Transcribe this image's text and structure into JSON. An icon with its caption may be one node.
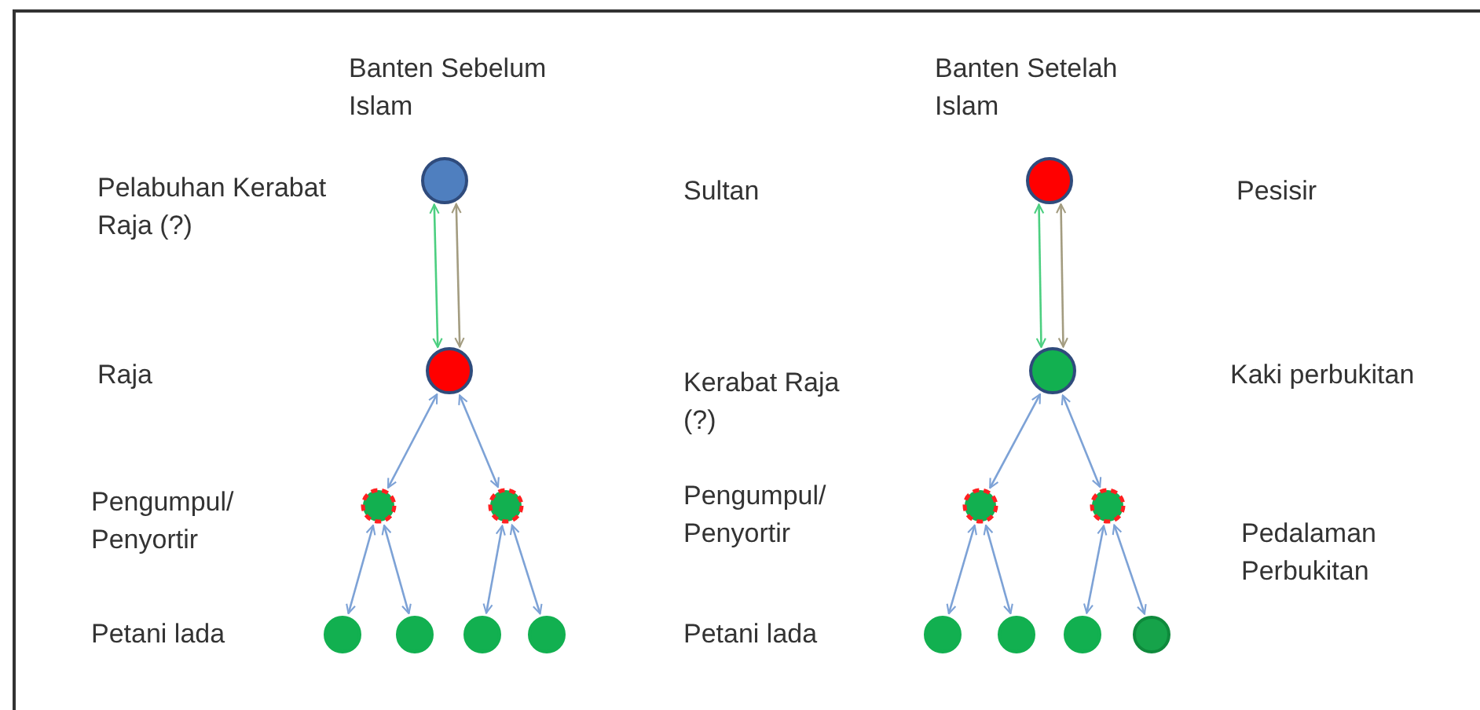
{
  "diagram": {
    "nodes": [
      {
        "text": [],
        "shape": "circle"
      },
      {
        "text": [],
        "shape": "circle"
      },
      {
        "text": [],
        "shape": "circle"
      },
      {
        "text": [],
        "shape": "circle"
      },
      {
        "text": [],
        "shape": "circle"
      },
      {
        "text": [],
        "shape": "circle"
      },
      {
        "text": [],
        "shape": "circle"
      },
      {
        "text": [],
        "shape": "circle"
      },
      {
        "text": [],
        "shape": "circle"
      },
      {
        "text": [],
        "shape": "circle"
      },
      {
        "text": [],
        "shape": "circle"
      },
      {
        "text": [],
        "shape": "circle"
      },
      {
        "text": [],
        "shape": "circle"
      },
      {
        "text": [],
        "shape": "circle"
      },
      {
        "text": [],
        "shape": "circle"
      },
      {
        "text": [],
        "shape": "circle"
      }
    ],
    "edges": [
      {
        "from": 0,
        "to": 1,
        "arrow": "both",
        "color": "#a39c80"
      },
      {
        "from": 0,
        "to": 1,
        "arrow": "both",
        "color": "#4ccf80"
      },
      {
        "from": 1,
        "to": 2,
        "arrow": "both"
      },
      {
        "from": 1,
        "to": 3,
        "arrow": "both"
      },
      {
        "from": 2,
        "to": 4,
        "arrow": "both"
      },
      {
        "from": 2,
        "to": 5,
        "arrow": "both"
      },
      {
        "from": 3,
        "to": 6,
        "arrow": "both"
      },
      {
        "from": 3,
        "to": 7,
        "arrow": "both"
      },
      {
        "from": 8,
        "to": 9,
        "arrow": "both",
        "color": "#a39c80"
      },
      {
        "from": 8,
        "to": 9,
        "arrow": "both",
        "color": "#4ccf80"
      },
      {
        "from": 9,
        "to": 10,
        "arrow": "both"
      },
      {
        "from": 9,
        "to": 11,
        "arrow": "both"
      },
      {
        "from": 10,
        "to": 12,
        "arrow": "both"
      },
      {
        "from": 10,
        "to": 13,
        "arrow": "both"
      },
      {
        "from": 11,
        "to": 14,
        "arrow": "both"
      },
      {
        "from": 11,
        "to": 15,
        "arrow": "both"
      }
    ],
    "labels": [
      "Banten Sebelum Islam",
      "Banten Setelah Islam",
      "Pelabuhan Kerabat Raja (?)",
      "Sultan",
      "Pesisir",
      "Raja",
      "Kerabat Raja (?)",
      "Kaki perbukitan",
      "Pengumpul/ Penyortir",
      "Pengumpul/ Penyortir",
      "Pedalaman Perbukitan",
      "Petani lada",
      "Petani lada"
    ]
  }
}
